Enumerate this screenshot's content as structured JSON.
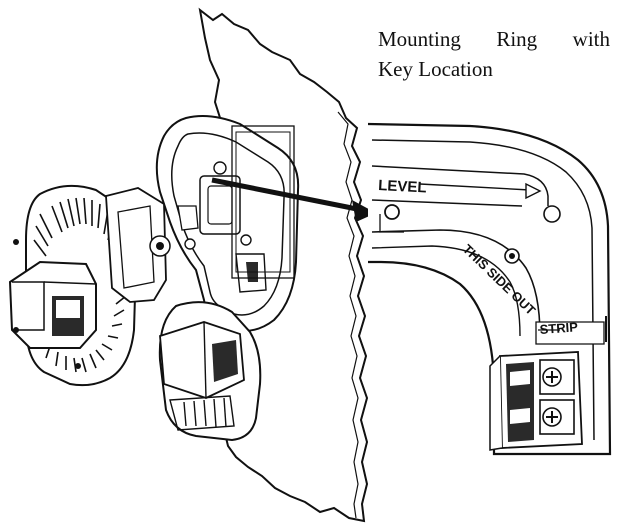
{
  "caption": {
    "line1": "Mounting Ring with",
    "line2": "Key Location"
  },
  "labels": {
    "level": "LEVEL",
    "this_side_out": "THIS SIDE OUT",
    "strip": "STRIP"
  },
  "colors": {
    "line": "#111111",
    "fill": "#ffffff",
    "shade": "#2a2a2a"
  }
}
